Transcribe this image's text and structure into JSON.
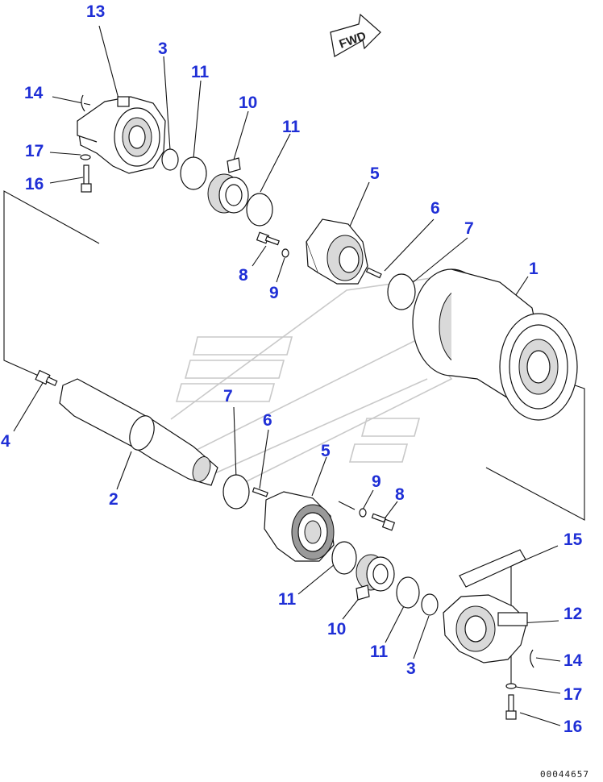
{
  "diagram": {
    "direction_label": "FWD",
    "drawing_code": "00044657",
    "callout_color": "#1f2fd6",
    "callouts": [
      {
        "id": "c13a",
        "text": "13"
      },
      {
        "id": "c3a",
        "text": "3"
      },
      {
        "id": "c14a",
        "text": "14"
      },
      {
        "id": "c11a",
        "text": "11"
      },
      {
        "id": "c10a",
        "text": "10"
      },
      {
        "id": "c11b",
        "text": "11"
      },
      {
        "id": "c17a",
        "text": "17"
      },
      {
        "id": "c16a",
        "text": "16"
      },
      {
        "id": "c5a",
        "text": "5"
      },
      {
        "id": "c6a",
        "text": "6"
      },
      {
        "id": "c7a",
        "text": "7"
      },
      {
        "id": "c1",
        "text": "1"
      },
      {
        "id": "c8a",
        "text": "8"
      },
      {
        "id": "c9a",
        "text": "9"
      },
      {
        "id": "c7b",
        "text": "7"
      },
      {
        "id": "c6b",
        "text": "6"
      },
      {
        "id": "c4",
        "text": "4"
      },
      {
        "id": "c5b",
        "text": "5"
      },
      {
        "id": "c9b",
        "text": "9"
      },
      {
        "id": "c8b",
        "text": "8"
      },
      {
        "id": "c2",
        "text": "2"
      },
      {
        "id": "c15",
        "text": "15"
      },
      {
        "id": "c11c",
        "text": "11"
      },
      {
        "id": "c12",
        "text": "12"
      },
      {
        "id": "c10b",
        "text": "10"
      },
      {
        "id": "c11d",
        "text": "11"
      },
      {
        "id": "c14b",
        "text": "14"
      },
      {
        "id": "c3b",
        "text": "3"
      },
      {
        "id": "c17b",
        "text": "17"
      },
      {
        "id": "c16b",
        "text": "16"
      }
    ]
  }
}
